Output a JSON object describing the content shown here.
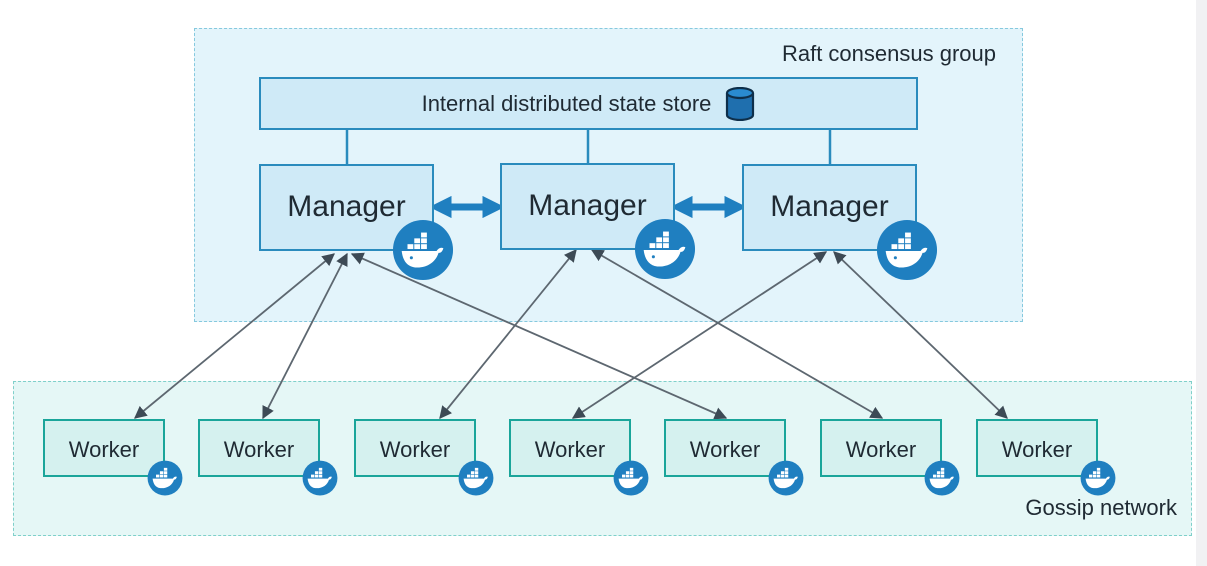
{
  "raft_group": {
    "label": "Raft consensus group"
  },
  "state_store": {
    "label": "Internal distributed state store",
    "icon": "database-icon"
  },
  "managers": [
    {
      "label": "Manager",
      "icon": "docker-whale-icon"
    },
    {
      "label": "Manager",
      "icon": "docker-whale-icon"
    },
    {
      "label": "Manager",
      "icon": "docker-whale-icon"
    }
  ],
  "workers": [
    {
      "label": "Worker",
      "icon": "docker-whale-icon"
    },
    {
      "label": "Worker",
      "icon": "docker-whale-icon"
    },
    {
      "label": "Worker",
      "icon": "docker-whale-icon"
    },
    {
      "label": "Worker",
      "icon": "docker-whale-icon"
    },
    {
      "label": "Worker",
      "icon": "docker-whale-icon"
    },
    {
      "label": "Worker",
      "icon": "docker-whale-icon"
    },
    {
      "label": "Worker",
      "icon": "docker-whale-icon"
    }
  ],
  "gossip_group": {
    "label": "Gossip network"
  },
  "colors": {
    "manager_border": "#2a8bbd",
    "manager_fill": "#cfeaf7",
    "worker_border": "#1aa59a",
    "worker_fill": "#d5f1ef",
    "docker_badge": "#1f7fc0",
    "connector": "#5d6770"
  }
}
